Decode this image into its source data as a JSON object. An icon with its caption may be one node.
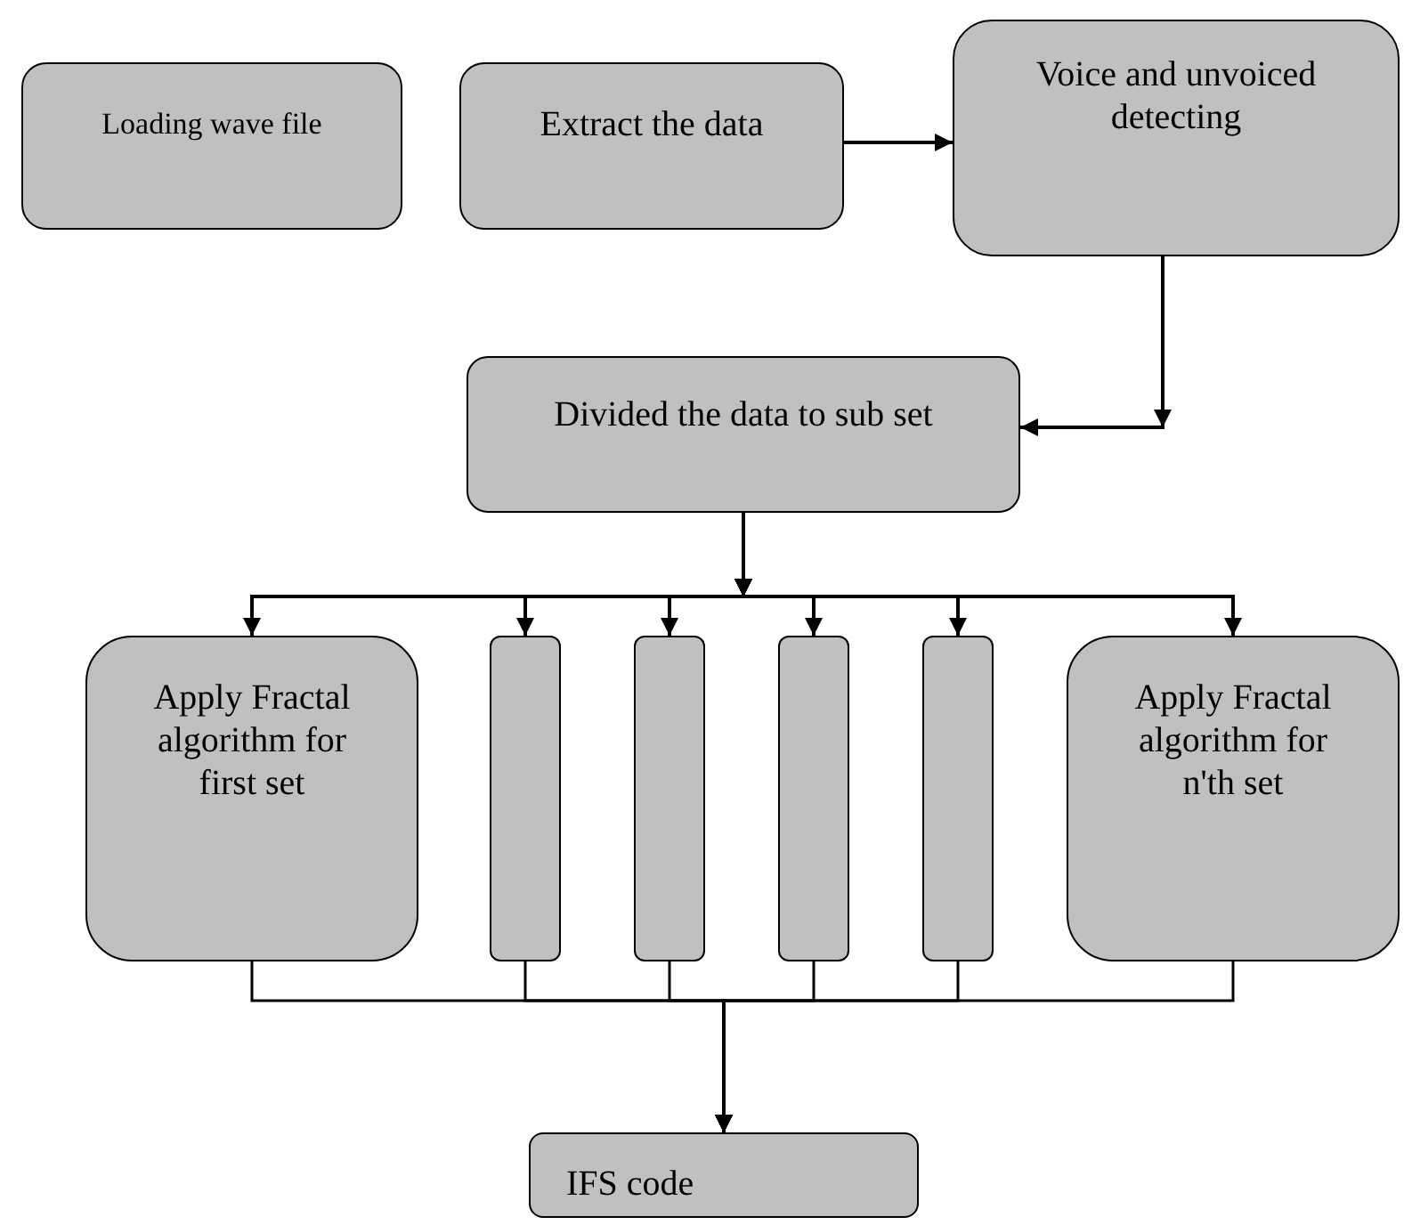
{
  "diagram": {
    "nodes": [
      {
        "text": [
          "Loading wave file"
        ]
      },
      {
        "text": [
          "Extract the data"
        ]
      },
      {
        "text": [
          "Voice and unvoiced detecting"
        ]
      },
      {
        "text": [
          "Divided the data to sub set"
        ]
      },
      {
        "text": [
          "Apply Fractal algorithm for first set"
        ]
      },
      {
        "text": [],
        "shape": "box"
      },
      {
        "text": [],
        "shape": "box"
      },
      {
        "text": [],
        "shape": "box"
      },
      {
        "text": [],
        "shape": "box"
      },
      {
        "text": [
          "Apply Fractal algorithm for n'th set"
        ]
      },
      {
        "text": [
          "IFS code"
        ]
      }
    ],
    "edges": [
      {
        "from": 1,
        "to": 2,
        "arrow": "to"
      },
      {
        "from": 2,
        "to": 3,
        "arrow": "to"
      },
      {
        "from": 3,
        "to": 4,
        "arrow": "to"
      },
      {
        "from": 3,
        "to": 5,
        "arrow": "to"
      },
      {
        "from": 3,
        "to": 6,
        "arrow": "to"
      },
      {
        "from": 3,
        "to": 7,
        "arrow": "to"
      },
      {
        "from": 3,
        "to": 8,
        "arrow": "to"
      },
      {
        "from": 3,
        "to": 9,
        "arrow": "to"
      },
      {
        "from": 4,
        "to": 10,
        "arrow": "to"
      },
      {
        "from": 5,
        "to": 10,
        "arrow": "to"
      },
      {
        "from": 6,
        "to": 10,
        "arrow": "to"
      },
      {
        "from": 7,
        "to": 10,
        "arrow": "to"
      },
      {
        "from": 8,
        "to": 10,
        "arrow": "to"
      },
      {
        "from": 9,
        "to": 10,
        "arrow": "to"
      }
    ]
  }
}
